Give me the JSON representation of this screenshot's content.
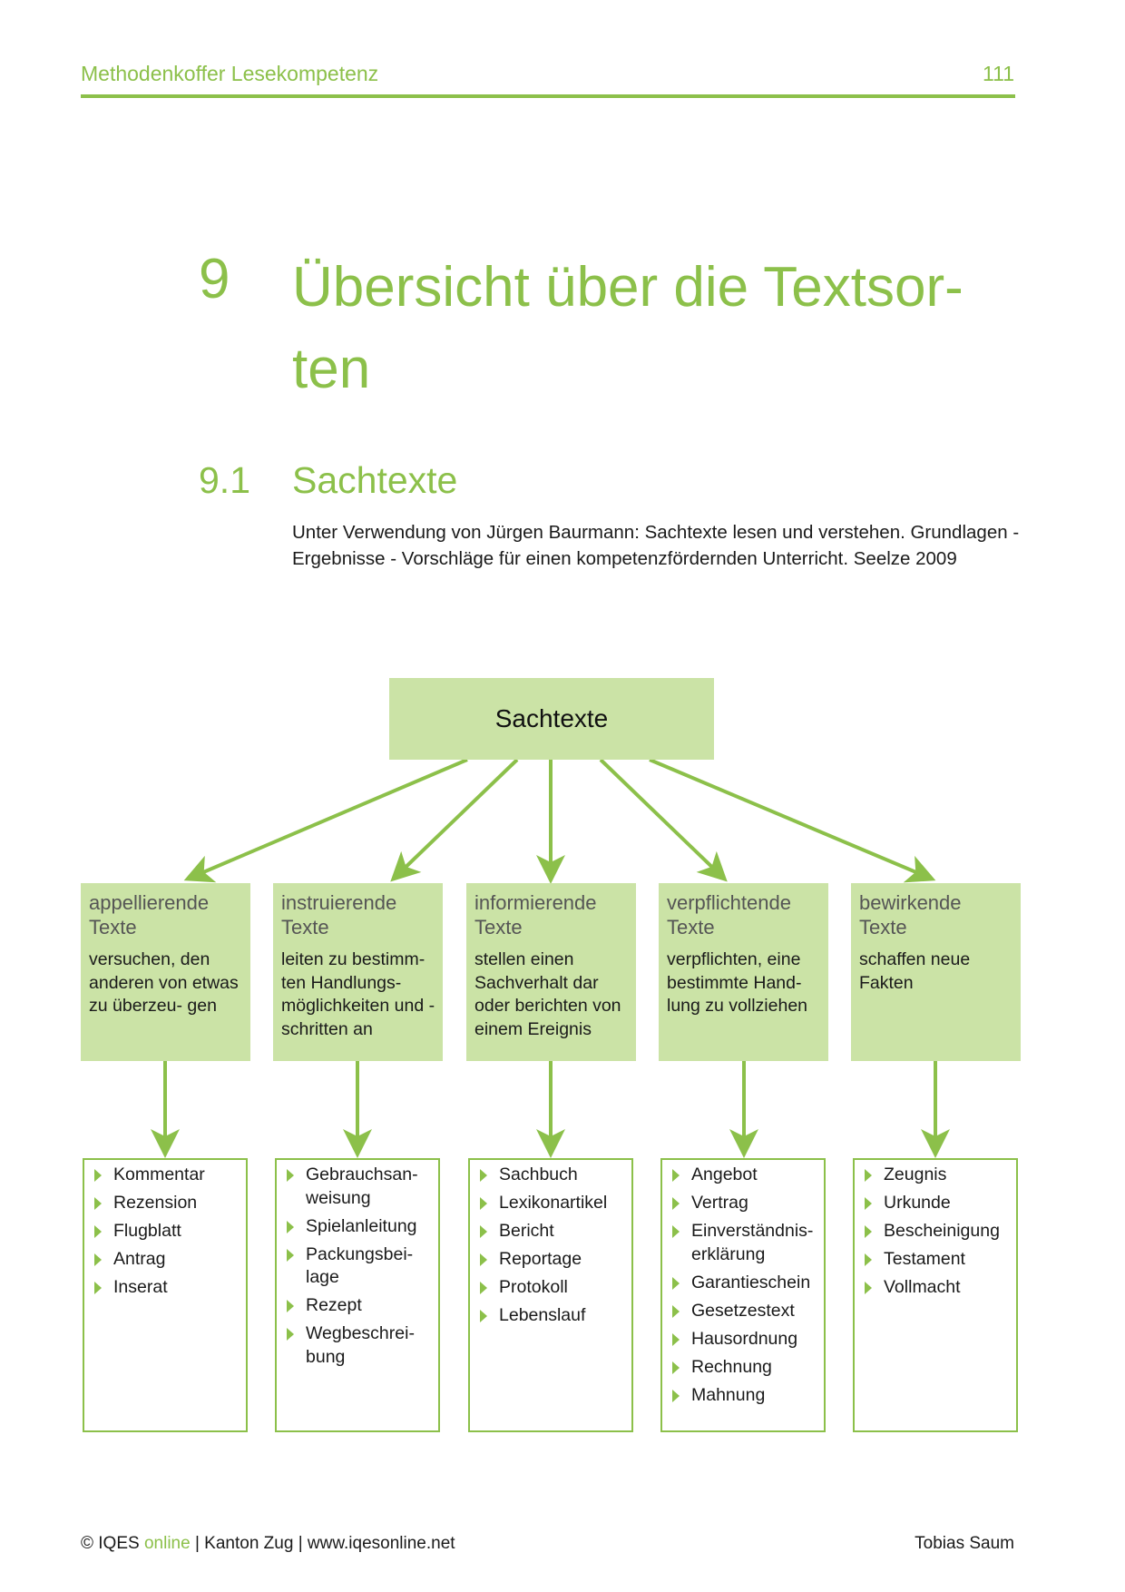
{
  "header": {
    "left": "Methodenkoffer Lesekompetenz",
    "page_number": "111"
  },
  "chapter": {
    "number": "9",
    "title": "Übersicht über die Textsor- ten"
  },
  "section": {
    "number": "9.1",
    "title": "Sachtexte"
  },
  "intro": "Unter Verwendung von Jürgen Baurmann: Sachtexte lesen und verstehen. Grundlagen - Ergebnisse - Vorschläge für einen kompetenzfördernden Unterricht. Seelze 2009",
  "diagram": {
    "root": "Sachtexte",
    "categories": [
      {
        "title": "appellierende Texte",
        "desc": "versuchen, den anderen von etwas zu überzeu- gen",
        "items": [
          "Kommentar",
          "Rezension",
          "Flugblatt",
          "Antrag",
          "Inserat"
        ]
      },
      {
        "title": "instruierende Texte",
        "desc": "leiten zu bestimm- ten Handlungs- möglichkeiten und -schritten an",
        "items": [
          "Gebrauchsan- weisung",
          "Spielanleitung",
          "Packungsbei- lage",
          "Rezept",
          "Wegbeschrei- bung"
        ]
      },
      {
        "title": "informierende Texte",
        "desc": "stellen einen Sachverhalt dar oder berichten von einem Ereignis",
        "items": [
          "Sachbuch",
          "Lexikonartikel",
          "Bericht",
          "Reportage",
          "Protokoll",
          "Lebenslauf"
        ]
      },
      {
        "title": "verpflichtende Texte",
        "desc": "verpflichten, eine bestimmte Hand- lung zu vollziehen",
        "items": [
          "Angebot",
          "Vertrag",
          "Einverständnis- erklärung",
          "Garantieschein",
          "Gesetzestext",
          "Hausordnung",
          "Rechnung",
          "Mahnung"
        ]
      },
      {
        "title": "bewirkende Texte",
        "desc": "schaffen neue Fakten",
        "items": [
          "Zeugnis",
          "Urkunde",
          "Bescheinigung",
          "Testament",
          "Vollmacht"
        ]
      }
    ]
  },
  "footer": {
    "copyright_prefix": "© IQES",
    "brand_suffix": "online",
    "rest": " | Kanton Zug | www.iqesonline.net",
    "author": "Tobias Saum"
  },
  "colors": {
    "accent": "#8cc04a",
    "box_fill": "#cbe3a6"
  }
}
